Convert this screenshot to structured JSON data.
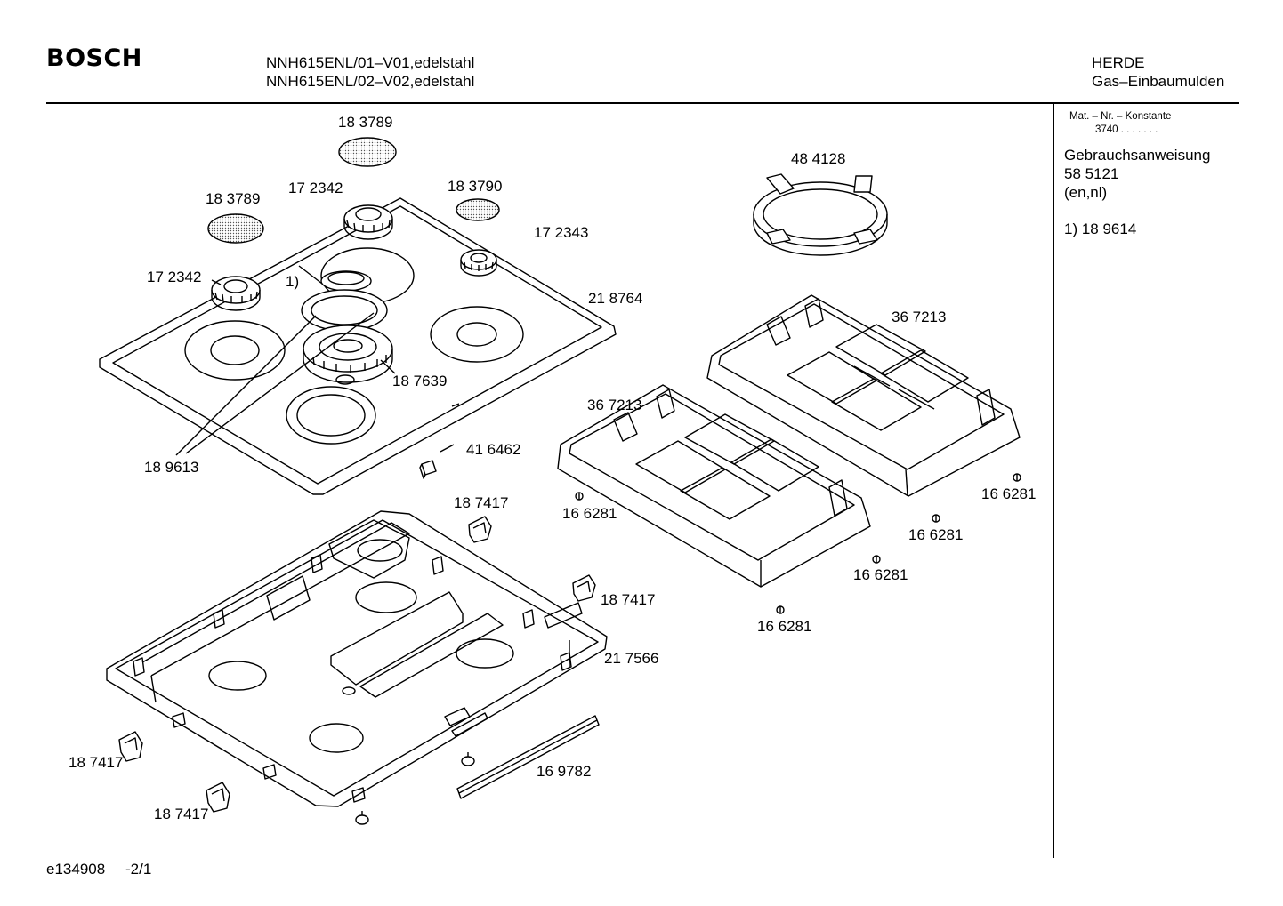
{
  "header": {
    "brand": "BOSCH",
    "model_line_1": "NNH615ENL/01–V01,edelstahl",
    "model_line_2": "NNH615ENL/02–V02,edelstahl",
    "category": "HERDE",
    "subcategory": "Gas–Einbaumulden"
  },
  "sidebar": {
    "mat_label": "Mat. – Nr. – Konstante",
    "mat_value": "3740  .  .  .   .  .  .  .",
    "manual_label": "Gebrauchsanweisung",
    "manual_number": "58 5121",
    "manual_languages": "(en,nl)",
    "footnote": "1)  18 9614"
  },
  "parts": {
    "cap_large_top": "18 3789",
    "cap_large_left": "18 3789",
    "cap_small": "18 3790",
    "burner_top": "17 2342",
    "burner_left": "17 2342",
    "burner_right": "17 2343",
    "footnote_ref": "1)",
    "hob_top": "21 8764",
    "burner_wok": "18 7639",
    "wok_ring_parts": "18 9613",
    "knob": "41 6462",
    "wok_ring": "48 4128",
    "grate_right": "36 7213",
    "grate_left": "36 7213",
    "foot_1": "16 6281",
    "foot_2": "16 6281",
    "foot_3": "16 6281",
    "foot_4": "16 6281",
    "foot_5": "16 6281",
    "clip_1": "18 7417",
    "clip_2": "18 7417",
    "clip_3": "18 7417",
    "clip_4": "18 7417",
    "base_tray": "21 7566",
    "seal_strip": "16 9782"
  },
  "footer": {
    "doc_id": "e134908",
    "page": "-2/1"
  }
}
